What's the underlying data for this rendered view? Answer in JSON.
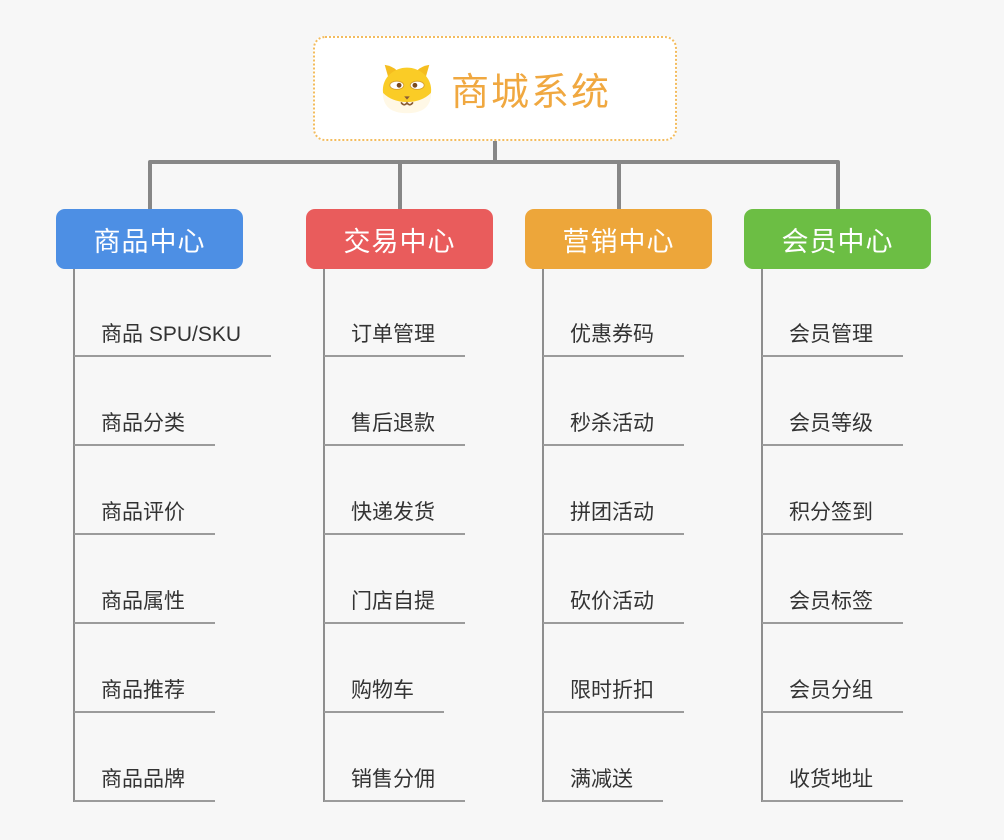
{
  "root": {
    "title": "商城系统",
    "icon": "shiba-dog-icon"
  },
  "branches": [
    {
      "name": "product-center",
      "label": "商品中心",
      "color": "#4D8FE4",
      "children": [
        "商品 SPU/SKU",
        "商品分类",
        "商品评价",
        "商品属性",
        "商品推荐",
        "商品品牌"
      ]
    },
    {
      "name": "trade-center",
      "label": "交易中心",
      "color": "#E95C5C",
      "children": [
        "订单管理",
        "售后退款",
        "快递发货",
        "门店自提",
        "购物车",
        "销售分佣"
      ]
    },
    {
      "name": "marketing-center",
      "label": "营销中心",
      "color": "#EDA63A",
      "children": [
        "优惠券码",
        "秒杀活动",
        "拼团活动",
        "砍价活动",
        "限时折扣",
        "满减送"
      ]
    },
    {
      "name": "member-center",
      "label": "会员中心",
      "color": "#6CBE44",
      "children": [
        "会员管理",
        "会员等级",
        "积分签到",
        "会员标签",
        "会员分组",
        "收货地址"
      ]
    }
  ],
  "palette": {
    "background": "#F7F7F7",
    "connector": "#878787",
    "child_underline": "#9B9B9B",
    "child_text": "#333333",
    "root_text": "#F0A840",
    "root_border": "#F3BC5E"
  }
}
